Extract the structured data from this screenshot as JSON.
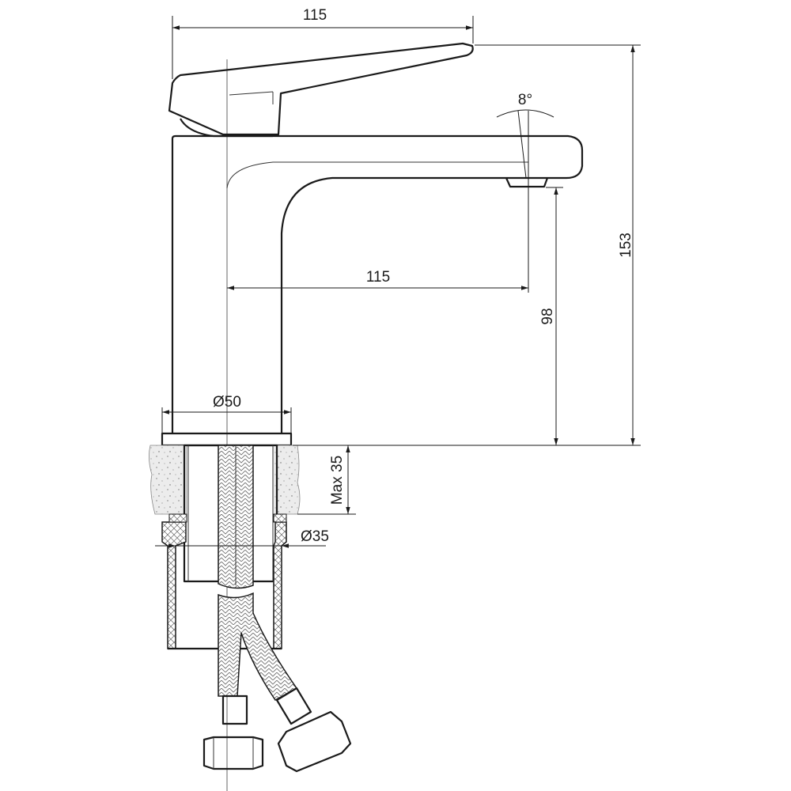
{
  "title": "Basin faucet technical drawing",
  "dimensions": {
    "handle_length": "115",
    "spout_tilt": "8°",
    "total_height": "153",
    "spout_reach": "115",
    "spout_height": "98",
    "base_diameter": "Ø50",
    "max_counter_thickness": "Max 35",
    "hole_diameter": "Ø35"
  },
  "colors": {
    "line": "#1a1a1a",
    "speckle": "#e8e8e8"
  }
}
